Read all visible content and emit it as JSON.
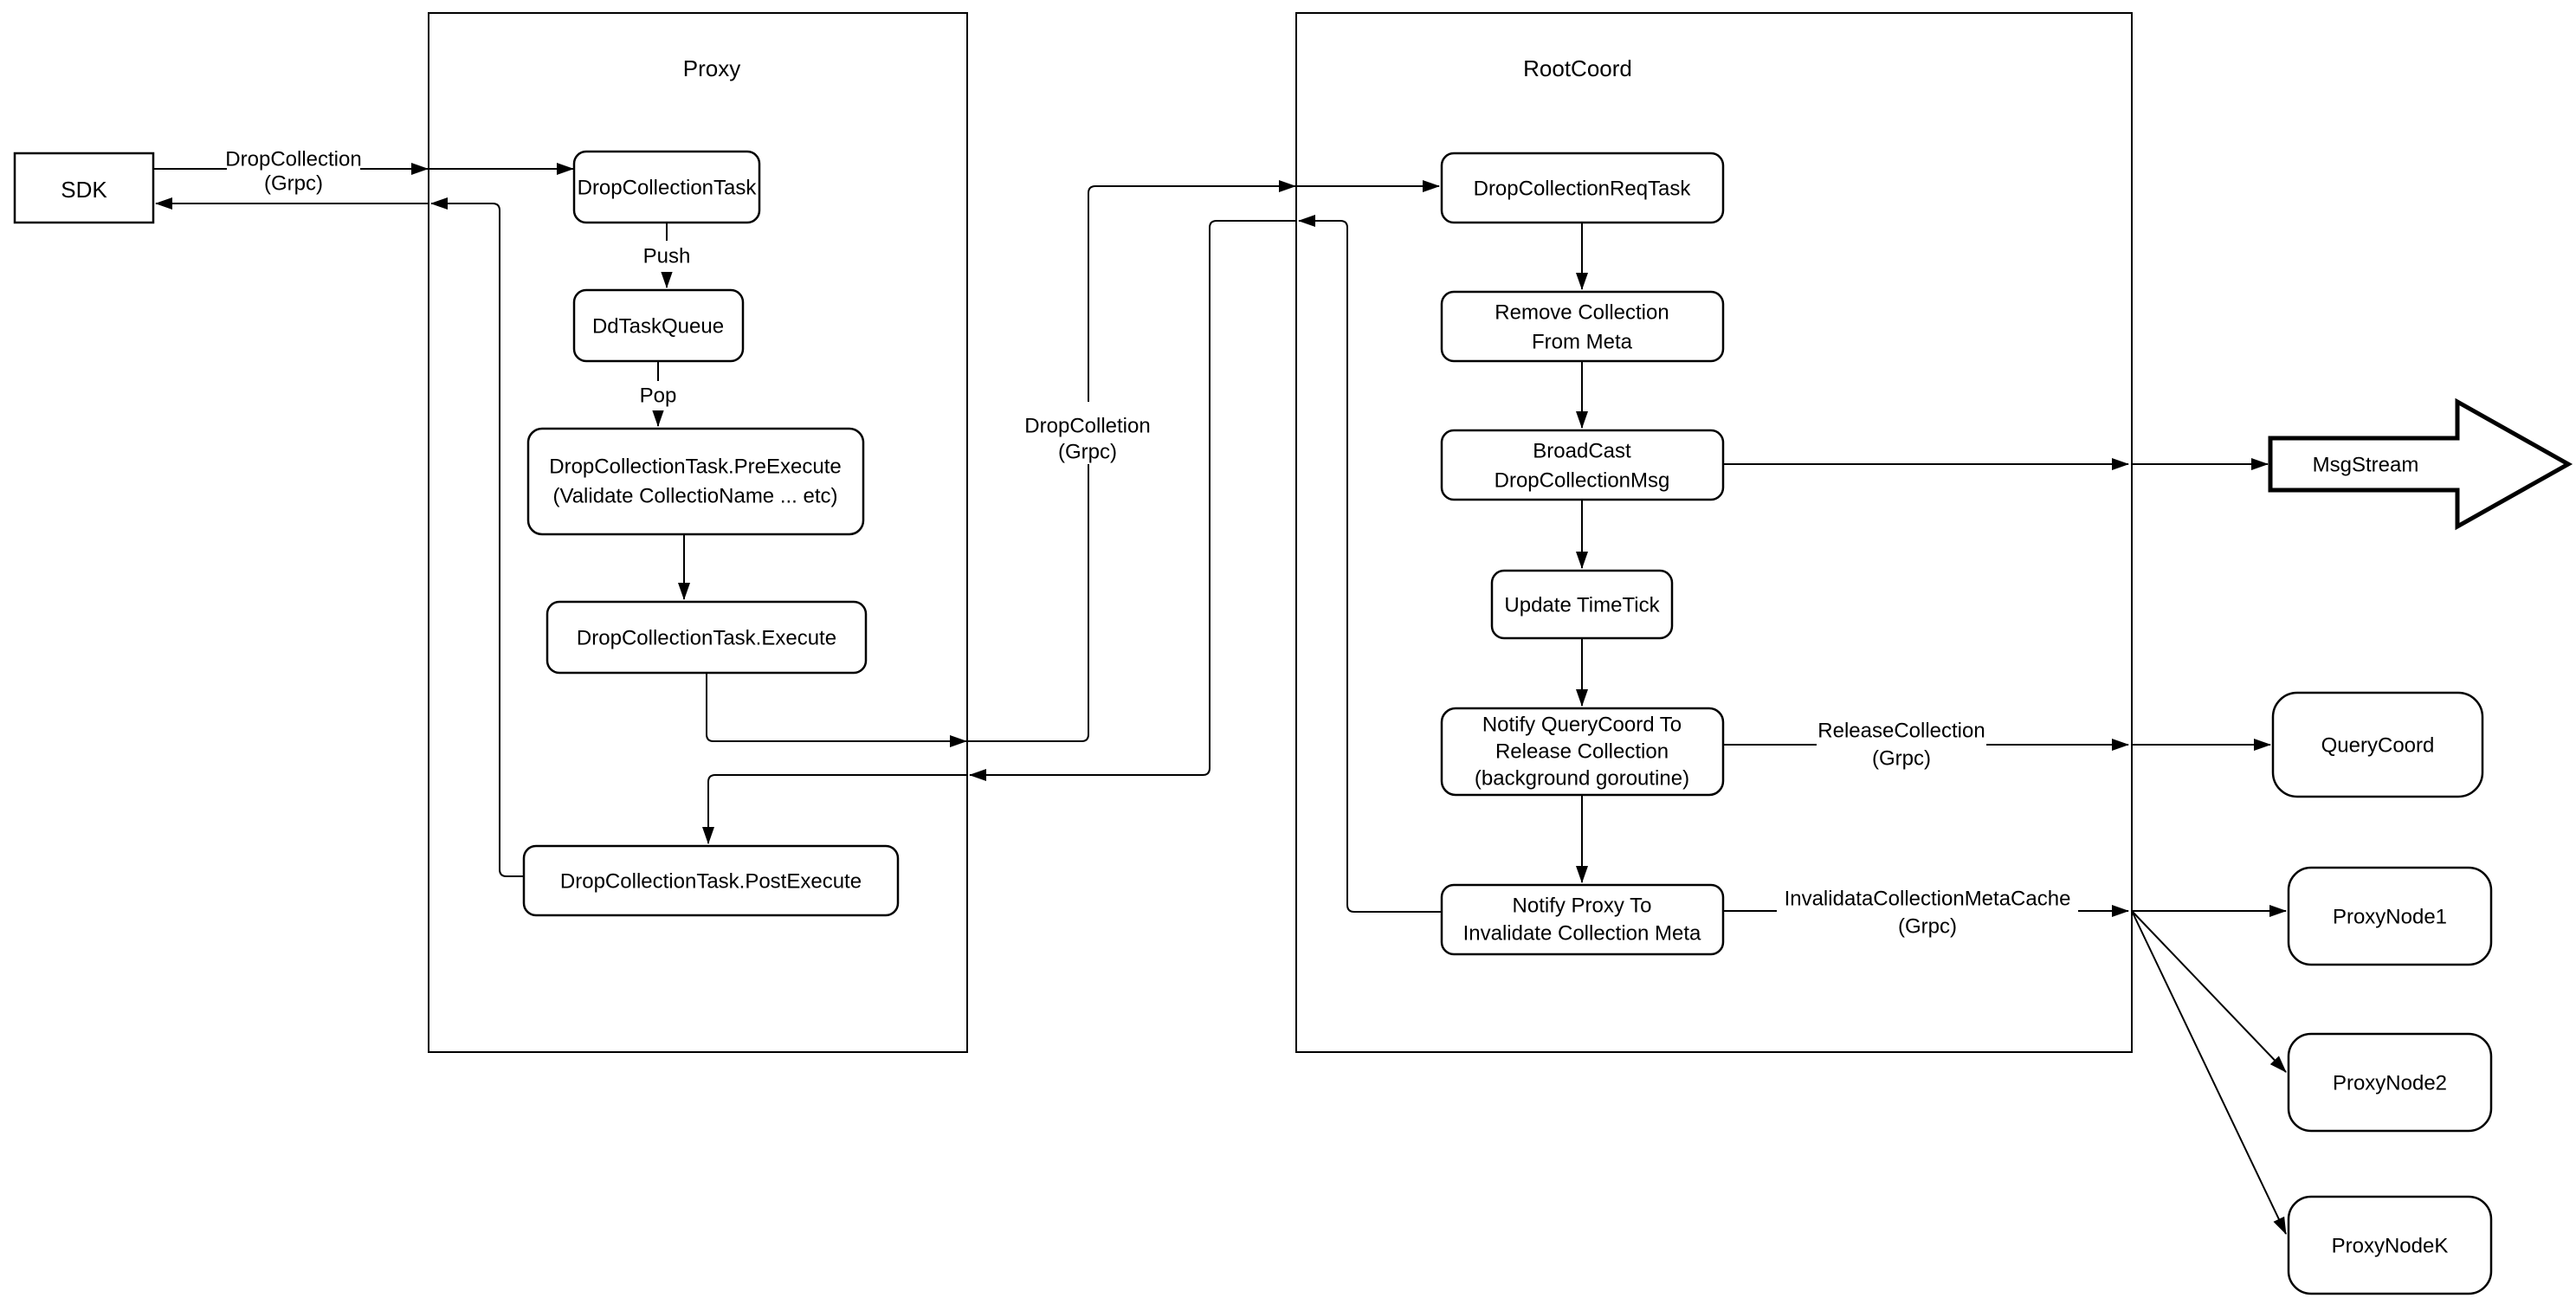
{
  "diagram": {
    "kind": "flowchart",
    "colors": {
      "stroke": "#000000",
      "node_fill": "#ffffff",
      "background": "#ffffff"
    },
    "containers": {
      "proxy": {
        "title": "Proxy"
      },
      "rootcoord": {
        "title": "RootCoord"
      }
    },
    "nodes": {
      "sdk": {
        "label": "SDK"
      },
      "drop_collection_task": {
        "label": "DropCollectionTask"
      },
      "dd_task_queue": {
        "label": "DdTaskQueue"
      },
      "pre_execute": {
        "lines": [
          "DropCollectionTask.PreExecute",
          "(Validate CollectioName ... etc)"
        ]
      },
      "execute": {
        "label": "DropCollectionTask.Execute"
      },
      "post_execute": {
        "label": "DropCollectionTask.PostExecute"
      },
      "req_task": {
        "label": "DropCollectionReqTask"
      },
      "remove_meta": {
        "lines": [
          "Remove Collection",
          "From Meta"
        ]
      },
      "broadcast": {
        "lines": [
          "BroadCast",
          "DropCollectionMsg"
        ]
      },
      "update_timetick": {
        "label": "Update TimeTick"
      },
      "notify_querycoord": {
        "lines": [
          "Notify QueryCoord To",
          "Release Collection",
          "(background goroutine)"
        ]
      },
      "notify_proxy": {
        "lines": [
          "Notify Proxy To",
          "Invalidate Collection Meta"
        ]
      },
      "msgstream": {
        "label": "MsgStream"
      },
      "querycoord": {
        "label": "QueryCoord"
      },
      "proxynode1": {
        "label": "ProxyNode1"
      },
      "proxynode2": {
        "label": "ProxyNode2"
      },
      "proxynodek": {
        "label": "ProxyNodeK"
      }
    },
    "edge_labels": {
      "sdk_call": {
        "lines": [
          "DropCollection",
          "(Grpc)"
        ]
      },
      "proxy_to_rootcoord": {
        "lines": [
          "DropColletion",
          "(Grpc)"
        ]
      },
      "release_collection": {
        "lines": [
          "ReleaseCollection",
          "(Grpc)"
        ]
      },
      "invalidate_cache": {
        "lines": [
          "InvalidataCollectionMetaCache",
          "(Grpc)"
        ]
      },
      "push": {
        "label": "Push"
      },
      "pop": {
        "label": "Pop"
      }
    }
  }
}
